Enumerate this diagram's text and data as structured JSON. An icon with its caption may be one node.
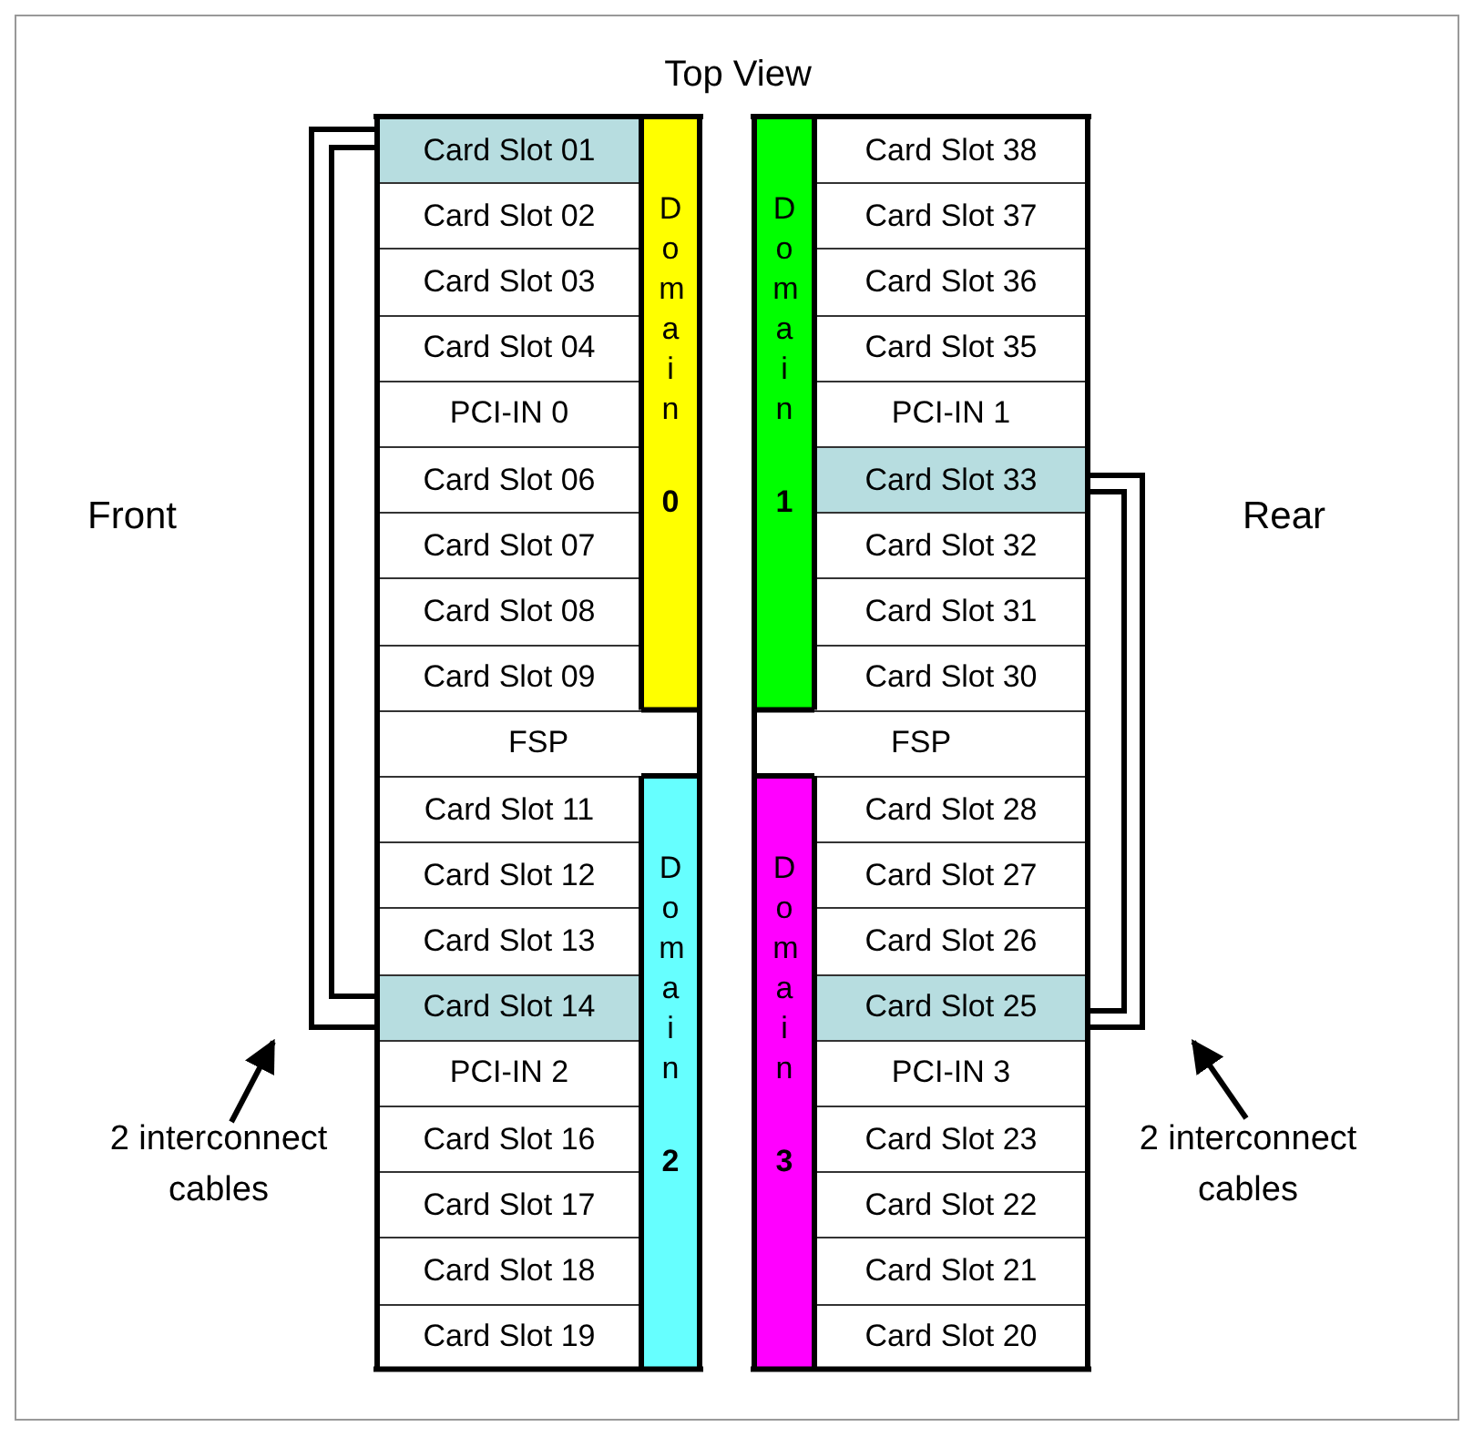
{
  "diagram": {
    "title": "Top View",
    "nodes": [
      {
        "text": [
          "Card Slot 01"
        ]
      },
      {
        "text": [
          "Card Slot 02"
        ]
      },
      {
        "text": [
          "Card Slot 03"
        ]
      },
      {
        "text": [
          "Card Slot 04"
        ]
      },
      {
        "text": [
          "PCI-IN 0"
        ]
      },
      {
        "text": [
          "Card Slot 06"
        ]
      },
      {
        "text": [
          "Card Slot 07"
        ]
      },
      {
        "text": [
          "Card Slot 08"
        ]
      },
      {
        "text": [
          "Card Slot 09"
        ]
      },
      {
        "text": [
          "FSP"
        ]
      },
      {
        "text": [
          "Card Slot 11"
        ]
      },
      {
        "text": [
          "Card Slot 12"
        ]
      },
      {
        "text": [
          "Card Slot 13"
        ]
      },
      {
        "text": [
          "Card Slot 14"
        ]
      },
      {
        "text": [
          "PCI-IN 2"
        ]
      },
      {
        "text": [
          "Card Slot 16"
        ]
      },
      {
        "text": [
          "Card Slot 17"
        ]
      },
      {
        "text": [
          "Card Slot 18"
        ]
      },
      {
        "text": [
          "Card Slot 19"
        ]
      },
      {
        "text": [
          "Domain",
          "0"
        ]
      },
      {
        "text": [
          "Domain",
          "2"
        ]
      },
      {
        "text": [
          "Card Slot 38"
        ]
      },
      {
        "text": [
          "Card Slot 37"
        ]
      },
      {
        "text": [
          "Card Slot 36"
        ]
      },
      {
        "text": [
          "Card Slot 35"
        ]
      },
      {
        "text": [
          "PCI-IN 1"
        ]
      },
      {
        "text": [
          "Card Slot 33"
        ]
      },
      {
        "text": [
          "Card Slot 32"
        ]
      },
      {
        "text": [
          "Card Slot 31"
        ]
      },
      {
        "text": [
          "Card Slot 30"
        ]
      },
      {
        "text": [
          "FSP"
        ]
      },
      {
        "text": [
          "Card Slot 28"
        ]
      },
      {
        "text": [
          "Card Slot 27"
        ]
      },
      {
        "text": [
          "Card Slot 26"
        ]
      },
      {
        "text": [
          "Card Slot 25"
        ]
      },
      {
        "text": [
          "PCI-IN 3"
        ]
      },
      {
        "text": [
          "Card Slot 23"
        ]
      },
      {
        "text": [
          "Card Slot 22"
        ]
      },
      {
        "text": [
          "Card Slot 21"
        ]
      },
      {
        "text": [
          "Card Slot 20"
        ]
      },
      {
        "text": [
          "Domain",
          "1"
        ]
      },
      {
        "text": [
          "Domain",
          "3"
        ]
      },
      {
        "text": [
          "2 interconnect cables"
        ]
      },
      {
        "text": [
          "2 interconnect cables"
        ]
      }
    ],
    "edges": [
      {
        "from": 0,
        "to": 13,
        "arrow": "none"
      },
      {
        "from": 0,
        "to": 13,
        "arrow": "none"
      },
      {
        "from": 26,
        "to": 34,
        "arrow": "none"
      },
      {
        "from": 26,
        "to": 34,
        "arrow": "none"
      },
      {
        "from": 42,
        "to": null,
        "arrow": "to"
      },
      {
        "from": 43,
        "to": null,
        "arrow": "to"
      }
    ],
    "labels": [
      "Front",
      "Rear"
    ]
  }
}
